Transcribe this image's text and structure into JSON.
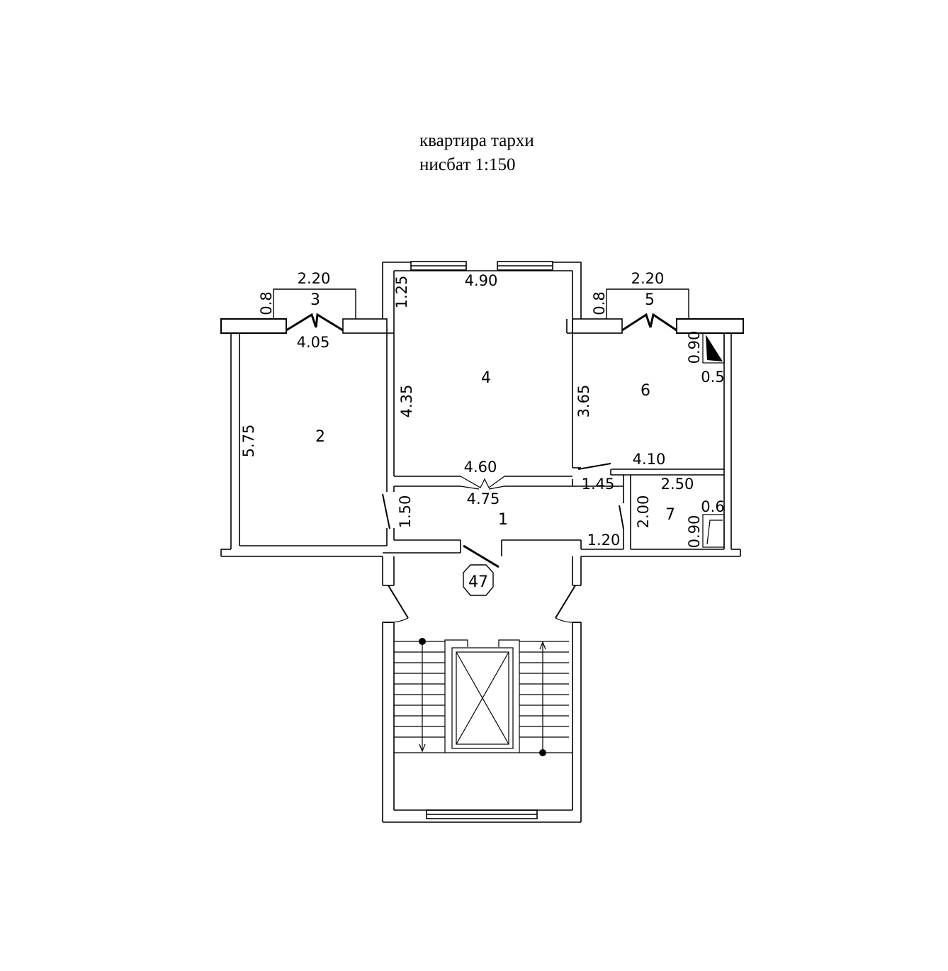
{
  "title": "квартира тархи",
  "scale": "нисбат 1:150",
  "rooms": {
    "r1": "1",
    "r2": "2",
    "r3": "3",
    "r4": "4",
    "r5": "5",
    "r6": "6",
    "r7": "7"
  },
  "apartment_number": "47",
  "dimensions": {
    "balcony3_width": "2.20",
    "balcony3_depth": "0.8",
    "room2_width": "4.05",
    "room2_length": "5.75",
    "room4_top_width": "4.90",
    "room4_window_offset": "1.25",
    "room4_length": "4.35",
    "room4_bottom_width": "4.60",
    "hall_width": "4.75",
    "hall_depth": "1.50",
    "balcony5_width": "2.20",
    "balcony5_depth": "0.8",
    "room6_length": "3.65",
    "room6_width": "4.10",
    "room6_duct_depth": "0.90",
    "room6_duct_width": "0.5",
    "corridor_length": "1.45",
    "room7_width": "2.50",
    "room7_length": "2.00",
    "room7_duct_width": "0.6",
    "room7_duct_depth": "0.90",
    "entry_width": "1.20"
  }
}
